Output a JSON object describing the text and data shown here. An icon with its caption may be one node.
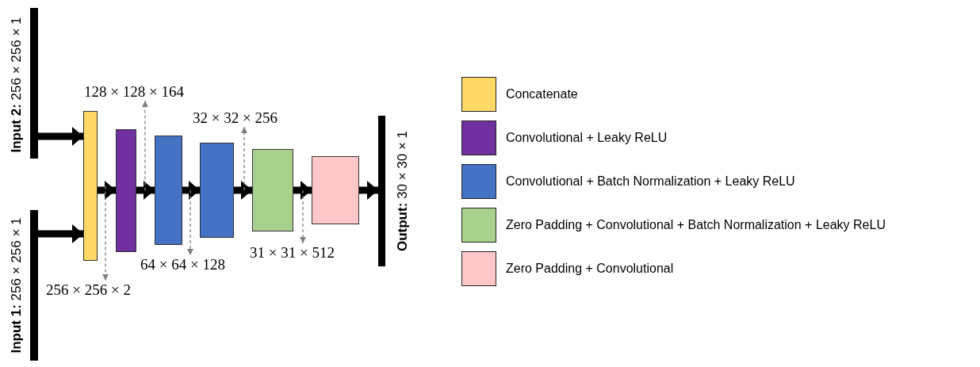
{
  "diagram": {
    "nodes": [
      {
        "text": [
          "**Input 2:** 256 × 256 × 1"
        ]
      },
      {
        "text": [
          "**Input 1:** 256 × 256 × 1"
        ]
      },
      {
        "text": [],
        "shape": "box"
      },
      {
        "text": [],
        "shape": "box"
      },
      {
        "text": [],
        "shape": "box"
      },
      {
        "text": [],
        "shape": "box"
      },
      {
        "text": [],
        "shape": "box"
      },
      {
        "text": [],
        "shape": "box"
      },
      {
        "text": [
          "**Output:** 30 × 30 × 1"
        ]
      },
      {
        "text": [
          "128 × 128 × 164"
        ]
      },
      {
        "text": [
          "32 × 32 × 256"
        ]
      },
      {
        "text": [
          "256 × 256 × 2"
        ]
      },
      {
        "text": [
          "64 × 64 × 128"
        ]
      },
      {
        "text": [
          "31 × 31 × 512"
        ]
      }
    ],
    "edges": [
      {
        "from": 0,
        "to": 2,
        "arrow": "to"
      },
      {
        "from": 1,
        "to": 2,
        "arrow": "to"
      },
      {
        "from": 2,
        "to": 3,
        "arrow": "to"
      },
      {
        "from": 3,
        "to": 4,
        "arrow": "to"
      },
      {
        "from": 4,
        "to": 5,
        "arrow": "to"
      },
      {
        "from": 5,
        "to": 6,
        "arrow": "to"
      },
      {
        "from": 6,
        "to": 7,
        "arrow": "to"
      },
      {
        "from": 7,
        "to": 8,
        "arrow": "to"
      },
      {
        "from": 3,
        "to": 9,
        "arrow": "to",
        "style": "dashed",
        "color": "#808080"
      },
      {
        "from": 6,
        "to": 10,
        "arrow": "to",
        "style": "dashed",
        "color": "#808080"
      },
      {
        "from": 2,
        "to": 11,
        "arrow": "to",
        "style": "dashed",
        "color": "#808080"
      },
      {
        "from": 4,
        "to": 12,
        "arrow": "to",
        "style": "dashed",
        "color": "#808080"
      },
      {
        "from": 7,
        "to": 13,
        "arrow": "to",
        "style": "dashed",
        "color": "#808080"
      }
    ],
    "legend": [
      {
        "text": "Concatenate",
        "color": "#ffd966"
      },
      {
        "text": "Convolutional + Leaky ReLU",
        "color": "#7030a0"
      },
      {
        "text": "Convolutional + Batch Normalization + Leaky ReLU",
        "color": "#4472c4"
      },
      {
        "text": "Zero Padding + Convolutional + Batch Normalization + Leaky ReLU",
        "color": "#a9d18e"
      },
      {
        "text": "Zero Padding + Convolutional",
        "color": "#ffc7c7"
      }
    ]
  }
}
